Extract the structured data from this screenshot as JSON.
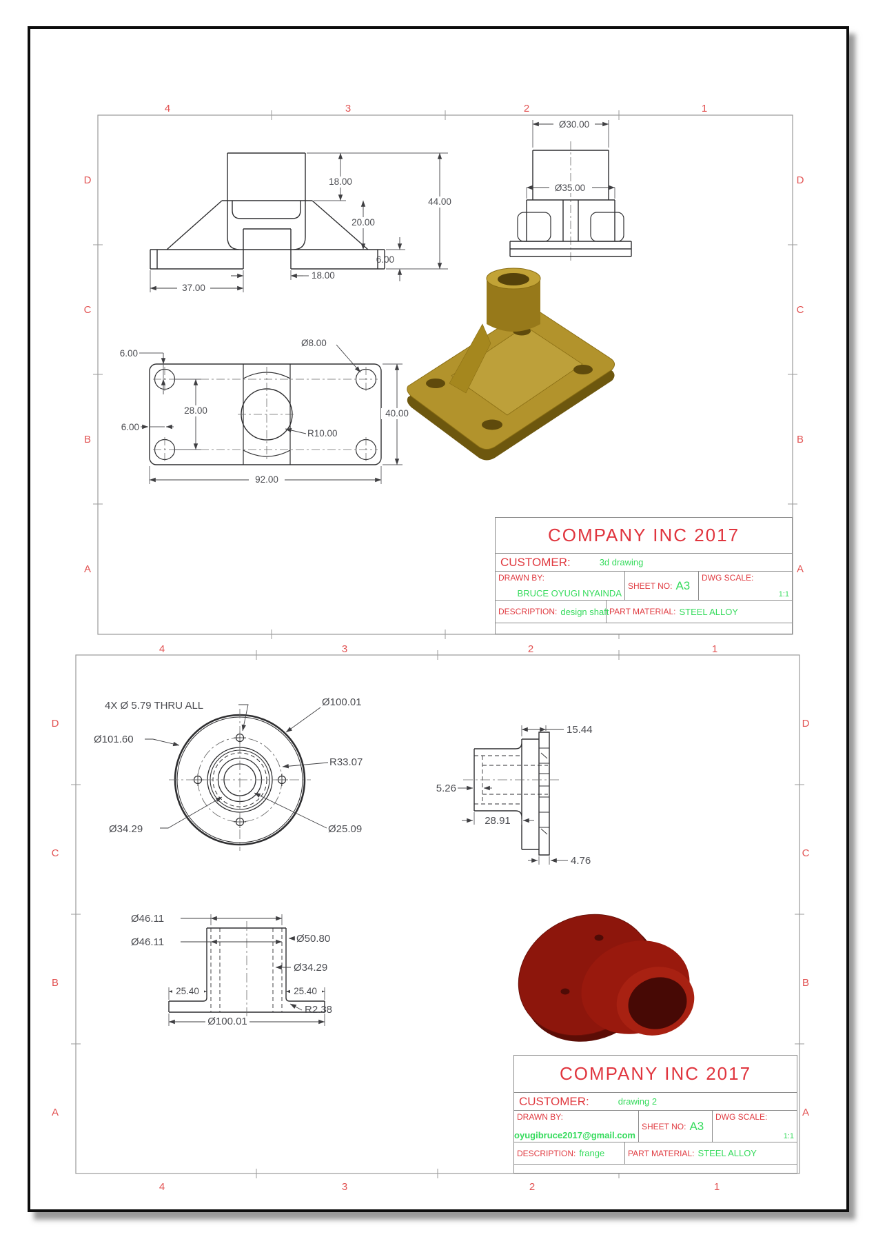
{
  "zones": {
    "numbers": [
      "4",
      "3",
      "2",
      "1"
    ],
    "letters": [
      "D",
      "C",
      "B",
      "A"
    ]
  },
  "colors": {
    "label_red": "#e03a40",
    "value_green": "#35db5c",
    "zone_red": "#e25252",
    "drawing_line": "#2e2e30",
    "dim_gray": "#4c4d52",
    "gold_part": "#b2932c",
    "red_part": "#8d160c"
  },
  "sheet1": {
    "title_block": {
      "company": "COMPANY INC 2017",
      "customer_label": "CUSTOMER:",
      "customer_value": "3d drawing",
      "drawn_by_label": "DRAWN BY:",
      "drawn_by_value": "BRUCE OYUGI NYAINDA",
      "sheet_no_label": "SHEET NO:",
      "sheet_no_value": "A3",
      "dwg_scale_label": "DWG SCALE:",
      "dwg_scale_value": "1:1",
      "description_label": "DESCRIPTION:",
      "description_value": "design shaft",
      "part_material_label": "PART MATERIAL:",
      "part_material_value": "STEEL ALLOY"
    },
    "front_view": {
      "boss_height": "18.00",
      "web_height": "20.00",
      "total_height": "44.00",
      "flange_thickness": "6.00",
      "flange_offset": "37.00",
      "slot_width": "18.00"
    },
    "side_view": {
      "boss_dia": "Ø30.00",
      "hub_dia": "Ø35.00"
    },
    "plan_view": {
      "hole_edge_top": "6.00",
      "hole_edge_left": "6.00",
      "hole_spacing": "28.00",
      "hole_dia": "Ø8.00",
      "center_radius": "R10.00",
      "plate_width": "40.00",
      "plate_length": "92.00"
    }
  },
  "sheet2": {
    "title_block": {
      "company": "COMPANY INC 2017",
      "customer_label": "CUSTOMER:",
      "customer_value": "drawing 2",
      "drawn_by_label": "DRAWN BY:",
      "drawn_by_value": "oyugibruce2017@gmail.com",
      "sheet_no_label": "SHEET NO:",
      "sheet_no_value": "A3",
      "dwg_scale_label": "DWG SCALE:",
      "dwg_scale_value": "1:1",
      "description_label": "DESCRIPTION:",
      "description_value": "frange",
      "part_material_label": "PART MATERIAL:",
      "part_material_value": "STEEL ALLOY"
    },
    "circular_view": {
      "hole_callout": "4X Ø 5.79 THRU ALL",
      "outer_dia": "Ø100.01",
      "flange_dia": "Ø101.60",
      "bolt_circle_radius": "R33.07",
      "hub_dia": "Ø34.29",
      "bore_dia": "Ø25.09"
    },
    "side_view": {
      "plate_offset": "15.44",
      "wall_thickness": "5.26",
      "boss_length": "28.91",
      "flange_thickness": "4.76"
    },
    "front_view": {
      "counterbore_dia_1": "Ø46.11",
      "counterbore_dia_2": "Ø46.11",
      "boss_dia": "Ø50.80",
      "bore_dia": "Ø34.29",
      "flange_left": "25.40",
      "flange_right": "25.40",
      "flange_dia": "Ø100.01",
      "fillet_radius": "R2.38"
    }
  }
}
